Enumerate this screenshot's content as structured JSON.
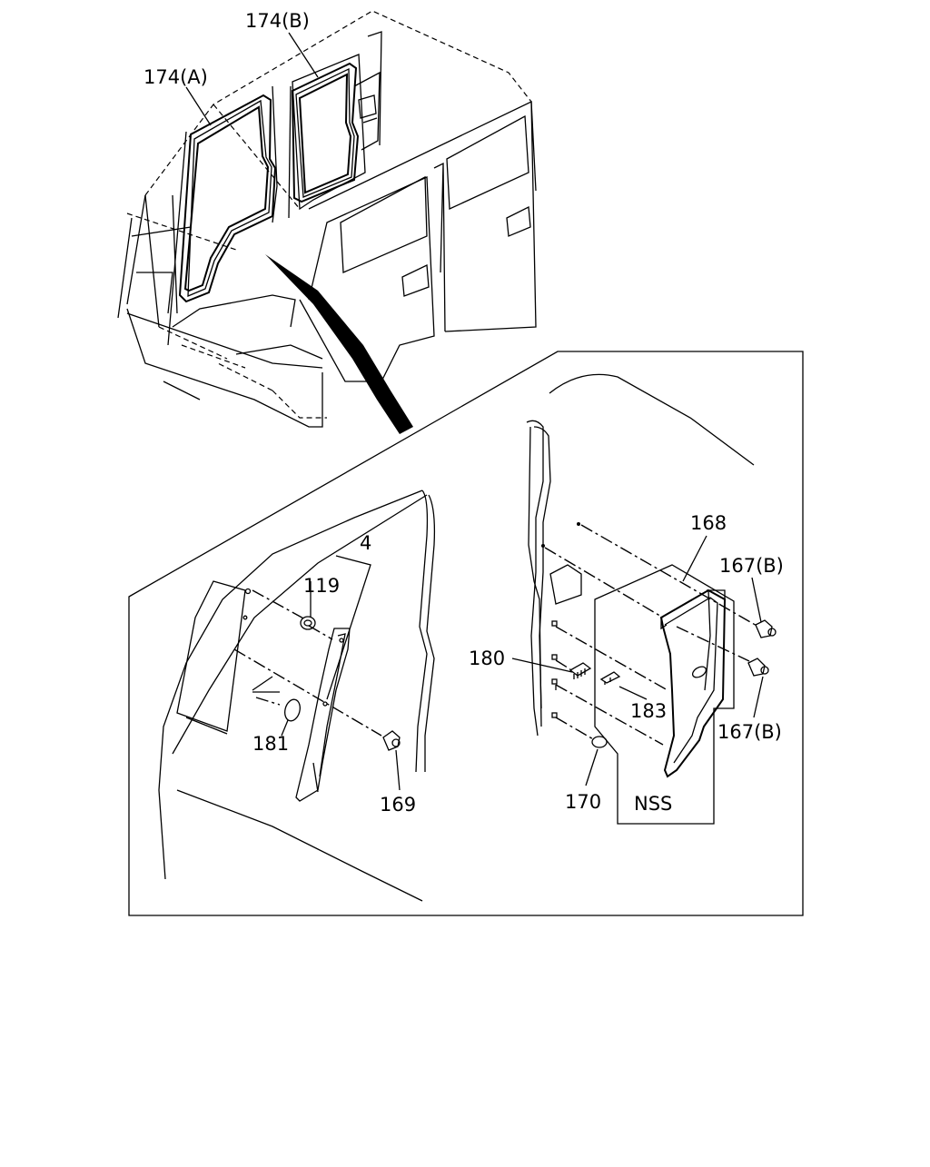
{
  "labels": {
    "seal_a": "174(A)",
    "seal_b": "174(B)",
    "trim_4": "4",
    "clip_119": "119",
    "plug_181": "181",
    "clip_169": "169",
    "panel_168": "168",
    "clip_167b_top": "167(B)",
    "clip_167b_bottom": "167(B)",
    "fastener_180": "180",
    "fastener_183": "183",
    "plug_170": "170",
    "nss": "NSS"
  }
}
